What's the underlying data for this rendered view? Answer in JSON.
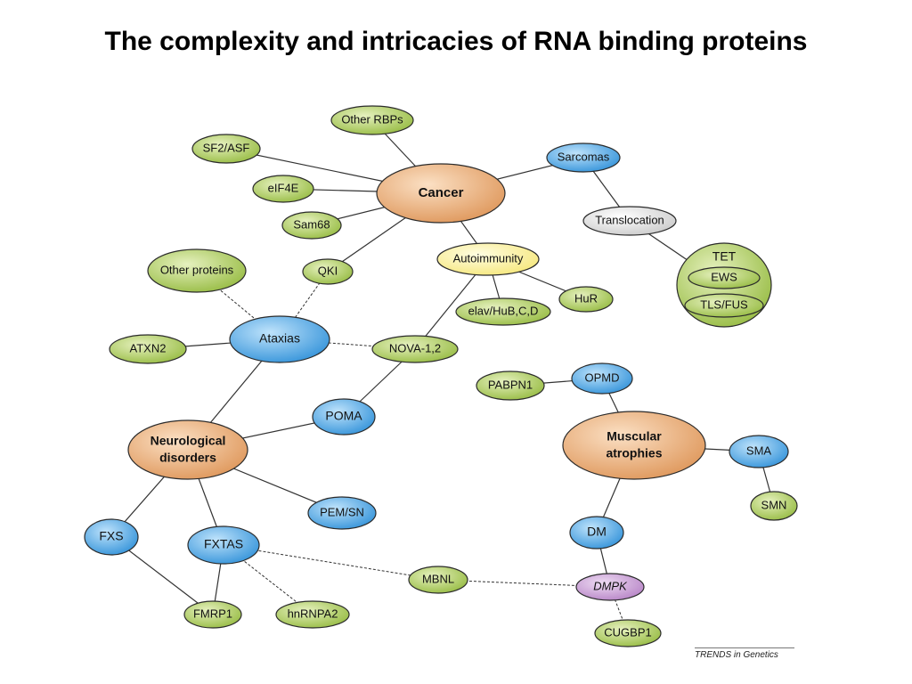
{
  "title": "The complexity and intricacies of RNA binding proteins",
  "credit": "TRENDS in Genetics",
  "colors": {
    "disease_major": "#e8a66f",
    "disease": "#4aa6e6",
    "protein": "#a9c95b",
    "process": "#e2e2e2",
    "highlight": "#fbf29a",
    "gene": "#c9a0d4",
    "edge": "#333333"
  },
  "nodes": [
    {
      "id": "cancer",
      "label": "Cancer",
      "kind": "disease_major"
    },
    {
      "id": "other_rbps",
      "label": "Other RBPs",
      "kind": "protein"
    },
    {
      "id": "sf2asf",
      "label": "SF2/ASF",
      "kind": "protein"
    },
    {
      "id": "eif4e",
      "label": "eIF4E",
      "kind": "protein"
    },
    {
      "id": "sam68",
      "label": "Sam68",
      "kind": "protein"
    },
    {
      "id": "sarcomas",
      "label": "Sarcomas",
      "kind": "disease"
    },
    {
      "id": "translocation",
      "label": "Translocation",
      "kind": "process"
    },
    {
      "id": "tet",
      "label": "TET",
      "kind": "protein"
    },
    {
      "id": "ews",
      "label": "EWS",
      "kind": "protein"
    },
    {
      "id": "tlsfus",
      "label": "TLS/FUS",
      "kind": "protein"
    },
    {
      "id": "autoimmunity",
      "label": "Autoimmunity",
      "kind": "highlight"
    },
    {
      "id": "hur",
      "label": "HuR",
      "kind": "protein"
    },
    {
      "id": "elav",
      "label": "elav/HuB,C,D",
      "kind": "protein"
    },
    {
      "id": "qki",
      "label": "QKI",
      "kind": "protein"
    },
    {
      "id": "other_proteins",
      "label": "Other proteins",
      "kind": "protein"
    },
    {
      "id": "ataxias",
      "label": "Ataxias",
      "kind": "disease"
    },
    {
      "id": "atxn2",
      "label": "ATXN2",
      "kind": "protein"
    },
    {
      "id": "nova",
      "label": "NOVA-1,2",
      "kind": "protein"
    },
    {
      "id": "poma",
      "label": "POMA",
      "kind": "disease"
    },
    {
      "id": "neuro",
      "label": "Neurological",
      "label2": "disorders",
      "kind": "disease_major"
    },
    {
      "id": "pemsn",
      "label": "PEM/SN",
      "kind": "disease"
    },
    {
      "id": "fxs",
      "label": "FXS",
      "kind": "disease"
    },
    {
      "id": "fxtas",
      "label": "FXTAS",
      "kind": "disease"
    },
    {
      "id": "fmrp1",
      "label": "FMRP1",
      "kind": "protein"
    },
    {
      "id": "hnrnpa2",
      "label": "hnRNPA2",
      "kind": "protein"
    },
    {
      "id": "mbnl",
      "label": "MBNL",
      "kind": "protein"
    },
    {
      "id": "dmpk",
      "label": "DMPK",
      "kind": "gene"
    },
    {
      "id": "cugbp1",
      "label": "CUGBP1",
      "kind": "protein"
    },
    {
      "id": "dm",
      "label": "DM",
      "kind": "disease"
    },
    {
      "id": "muscular",
      "label": "Muscular",
      "label2": "atrophies",
      "kind": "disease_major"
    },
    {
      "id": "opmd",
      "label": "OPMD",
      "kind": "disease"
    },
    {
      "id": "pabpn1",
      "label": "PABPN1",
      "kind": "protein"
    },
    {
      "id": "sma",
      "label": "SMA",
      "kind": "disease"
    },
    {
      "id": "smn",
      "label": "SMN",
      "kind": "protein"
    }
  ],
  "edges": [
    {
      "from": "other_rbps",
      "to": "cancer",
      "style": "solid"
    },
    {
      "from": "sf2asf",
      "to": "cancer",
      "style": "solid"
    },
    {
      "from": "eif4e",
      "to": "cancer",
      "style": "solid"
    },
    {
      "from": "sam68",
      "to": "cancer",
      "style": "solid"
    },
    {
      "from": "cancer",
      "to": "sarcomas",
      "style": "solid"
    },
    {
      "from": "sarcomas",
      "to": "translocation",
      "style": "solid"
    },
    {
      "from": "translocation",
      "to": "tet",
      "style": "solid"
    },
    {
      "from": "cancer",
      "to": "autoimmunity",
      "style": "solid"
    },
    {
      "from": "cancer",
      "to": "qki",
      "style": "solid"
    },
    {
      "from": "autoimmunity",
      "to": "hur",
      "style": "solid"
    },
    {
      "from": "autoimmunity",
      "to": "elav",
      "style": "solid"
    },
    {
      "from": "autoimmunity",
      "to": "nova",
      "style": "solid"
    },
    {
      "from": "qki",
      "to": "ataxias",
      "style": "dotted"
    },
    {
      "from": "other_proteins",
      "to": "ataxias",
      "style": "dotted"
    },
    {
      "from": "atxn2",
      "to": "ataxias",
      "style": "solid"
    },
    {
      "from": "ataxias",
      "to": "nova",
      "style": "dotted"
    },
    {
      "from": "ataxias",
      "to": "neuro",
      "style": "solid"
    },
    {
      "from": "nova",
      "to": "poma",
      "style": "solid"
    },
    {
      "from": "poma",
      "to": "neuro",
      "style": "solid"
    },
    {
      "from": "neuro",
      "to": "pemsn",
      "style": "solid"
    },
    {
      "from": "neuro",
      "to": "fxs",
      "style": "solid"
    },
    {
      "from": "neuro",
      "to": "fxtas",
      "style": "solid"
    },
    {
      "from": "fxs",
      "to": "fmrp1",
      "style": "solid"
    },
    {
      "from": "fxtas",
      "to": "fmrp1",
      "style": "solid"
    },
    {
      "from": "fxtas",
      "to": "hnrnpa2",
      "style": "dotted"
    },
    {
      "from": "fxtas",
      "to": "mbnl",
      "style": "dotted"
    },
    {
      "from": "mbnl",
      "to": "dmpk",
      "style": "dotted"
    },
    {
      "from": "dmpk",
      "to": "cugbp1",
      "style": "dotted"
    },
    {
      "from": "dm",
      "to": "dmpk",
      "style": "solid"
    },
    {
      "from": "muscular",
      "to": "dm",
      "style": "solid"
    },
    {
      "from": "muscular",
      "to": "opmd",
      "style": "solid"
    },
    {
      "from": "opmd",
      "to": "pabpn1",
      "style": "solid"
    },
    {
      "from": "muscular",
      "to": "sma",
      "style": "solid"
    },
    {
      "from": "sma",
      "to": "smn",
      "style": "solid"
    }
  ]
}
